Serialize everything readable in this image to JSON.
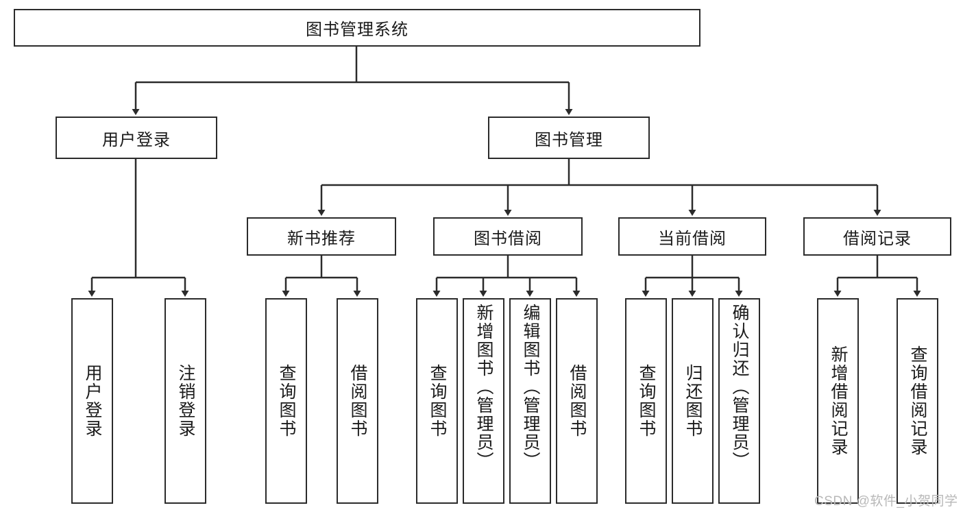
{
  "diagram": {
    "title": "图书管理系统",
    "type": "hierarchy-tree",
    "root": {
      "label": "图书管理系统"
    },
    "level2": [
      {
        "label": "用户登录"
      },
      {
        "label": "图书管理"
      }
    ],
    "level3": [
      {
        "label": "新书推荐"
      },
      {
        "label": "图书借阅"
      },
      {
        "label": "当前借阅"
      },
      {
        "label": "借阅记录"
      }
    ],
    "leaves": {
      "user_login": [
        {
          "label": "用户登录"
        },
        {
          "label": "注销登录"
        }
      ],
      "new_book_recommend": [
        {
          "label": "查询图书"
        },
        {
          "label": "借阅图书"
        }
      ],
      "book_borrow": [
        {
          "label": "查询图书"
        },
        {
          "label": "新增图书（管理员）"
        },
        {
          "label": "编辑图书（管理员）"
        },
        {
          "label": "借阅图书"
        }
      ],
      "current_borrow": [
        {
          "label": "查询图书"
        },
        {
          "label": "归还图书"
        },
        {
          "label": "确认归还（管理员）"
        }
      ],
      "borrow_record": [
        {
          "label": "新增借阅记录"
        },
        {
          "label": "查询借阅记录"
        }
      ]
    }
  },
  "watermark": {
    "text": "CSDN @软件_小贺同学"
  },
  "colors": {
    "box_border": "#2b2b2b",
    "box_fill": "#ffffff",
    "connector": "#2b2b2b",
    "text": "#1a1a1a",
    "watermark": "#b8b8b8",
    "background": "#ffffff"
  }
}
